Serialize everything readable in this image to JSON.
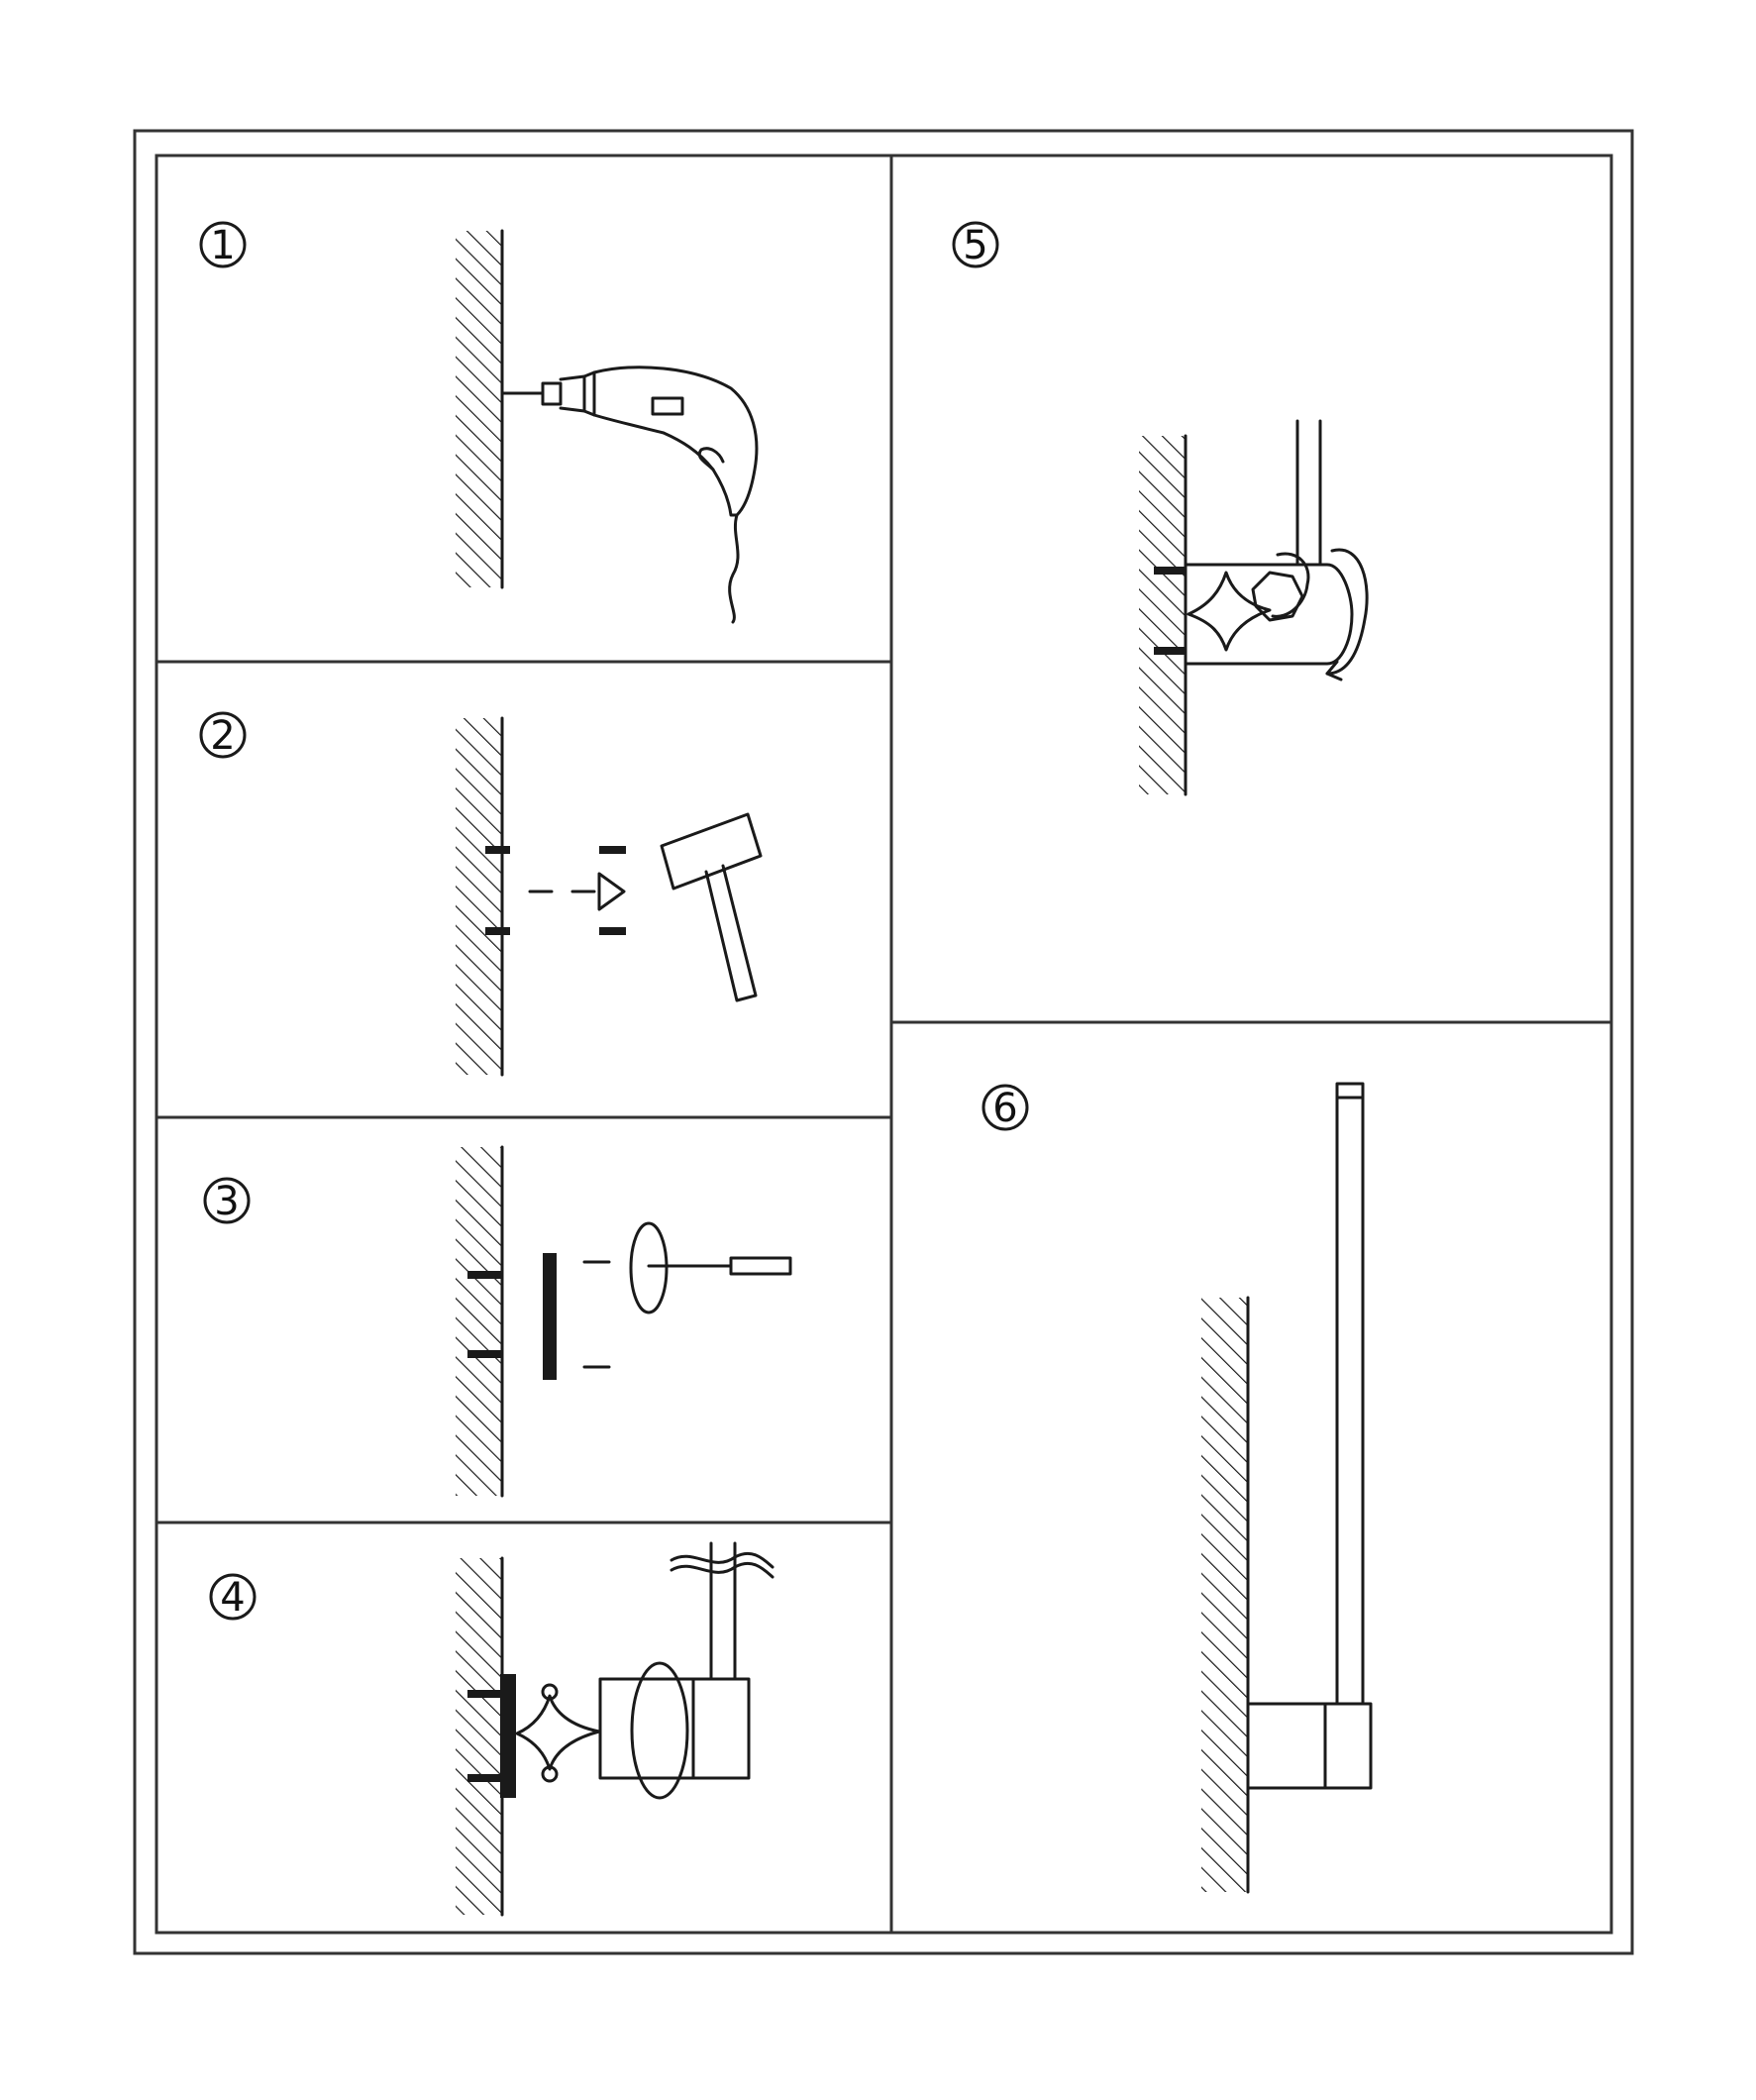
{
  "steps": [
    {
      "number": "1",
      "icon": "drill-icon"
    },
    {
      "number": "2",
      "icon": "hammer-icon"
    },
    {
      "number": "3",
      "icon": "screwdriver-icon"
    },
    {
      "number": "4",
      "icon": "mount-lamp-icon"
    },
    {
      "number": "5",
      "icon": "tighten-icon"
    },
    {
      "number": "6",
      "icon": "finished-lamp-icon"
    }
  ]
}
